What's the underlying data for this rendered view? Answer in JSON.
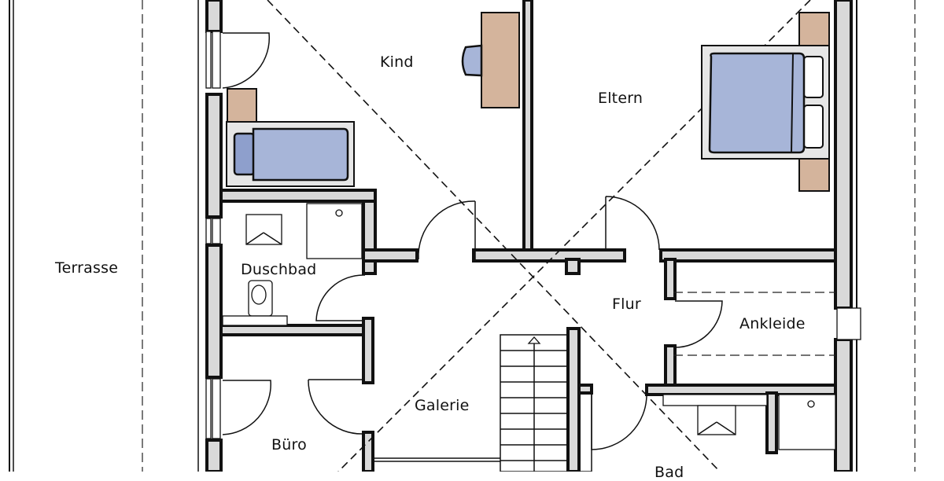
{
  "floor_plan": {
    "type": "architectural floor plan (upper floor)",
    "colors": {
      "wall_fill": "#d9d9d9",
      "wall_outline": "#111111",
      "furniture_wood": "#d4b49c",
      "bed_fabric": "#a7b5d8",
      "background": "#ffffff"
    },
    "rooms": [
      {
        "id": "terrasse",
        "label": "Terrasse"
      },
      {
        "id": "kind",
        "label": "Kind"
      },
      {
        "id": "eltern",
        "label": "Eltern"
      },
      {
        "id": "duschbad",
        "label": "Duschbad"
      },
      {
        "id": "flur",
        "label": "Flur"
      },
      {
        "id": "ankleide",
        "label": "Ankleide"
      },
      {
        "id": "galerie",
        "label": "Galerie"
      },
      {
        "id": "buero",
        "label": "Büro"
      },
      {
        "id": "bad",
        "label": "Bad"
      }
    ],
    "furniture": [
      {
        "room": "kind",
        "items": [
          "single-bed",
          "nightstand",
          "desk",
          "chair"
        ]
      },
      {
        "room": "eltern",
        "items": [
          "double-bed",
          "two-nightstands",
          "two-pillows"
        ]
      },
      {
        "room": "duschbad",
        "items": [
          "shower",
          "washbasin",
          "toilet"
        ]
      },
      {
        "room": "bad",
        "items": [
          "washbasin",
          "bathtub-or-shower"
        ]
      },
      {
        "room": "galerie",
        "items": [
          "staircase"
        ]
      }
    ]
  }
}
